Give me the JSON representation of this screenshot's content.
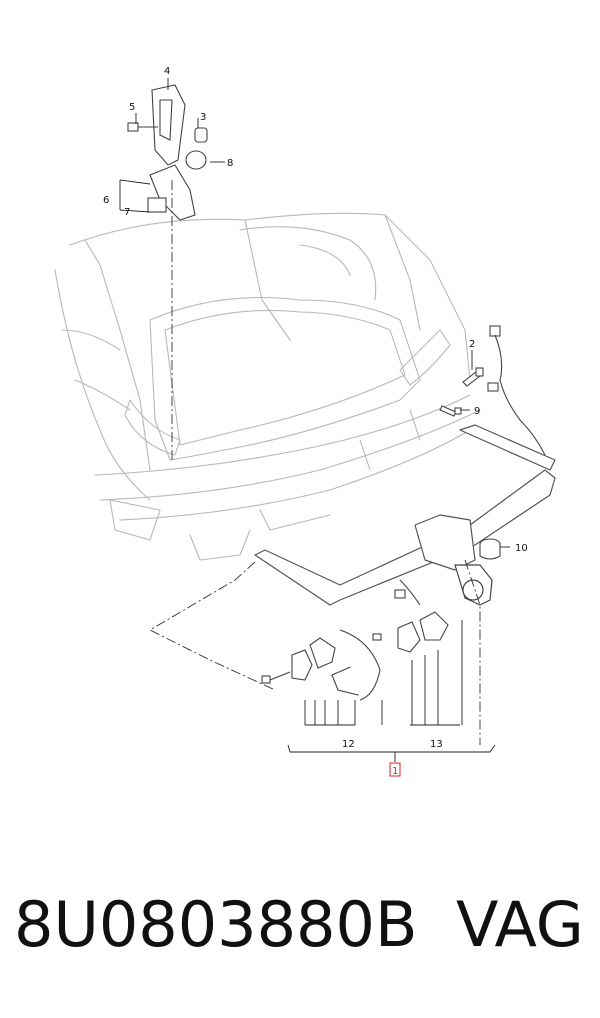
{
  "diagram": {
    "callouts": {
      "c1": "1",
      "c2": "2",
      "c3": "3",
      "c4": "4",
      "c5": "5",
      "c6": "6",
      "c7": "7",
      "c8": "8",
      "c9": "9",
      "c10": "10",
      "c12": "12",
      "c13": "13"
    },
    "highlight_color": "#e02020"
  },
  "footer": {
    "part_number": "8U0803880B",
    "brand": "VAG"
  }
}
